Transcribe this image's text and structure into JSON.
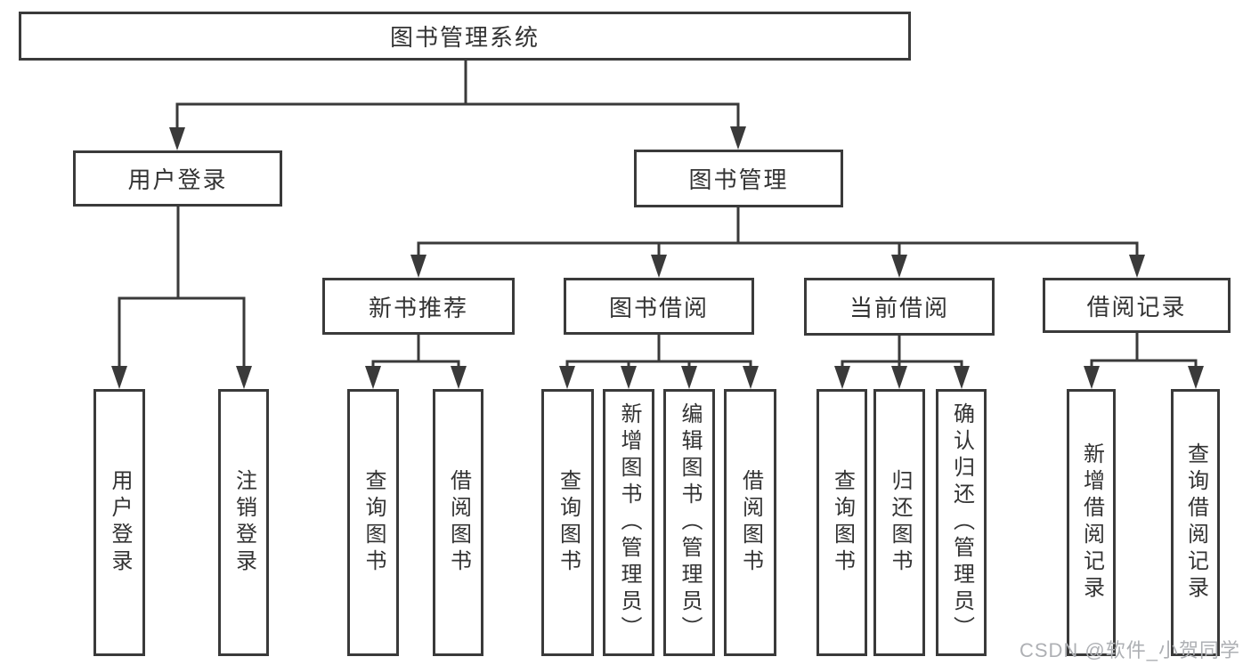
{
  "diagram": {
    "type": "tree",
    "background": "#ffffff",
    "line_color": "#3a3a3a",
    "text_color": "#333333",
    "nodes": [
      {
        "id": "root",
        "label": "图书管理系统",
        "level": 1
      },
      {
        "id": "user-login",
        "label": "用户登录",
        "level": 2,
        "parent": "root"
      },
      {
        "id": "book-mgmt",
        "label": "图书管理",
        "level": 2,
        "parent": "root"
      },
      {
        "id": "new-book-rec",
        "label": "新书推荐",
        "level": 3,
        "parent": "book-mgmt"
      },
      {
        "id": "book-borrow",
        "label": "图书借阅",
        "level": 3,
        "parent": "book-mgmt"
      },
      {
        "id": "current-borrow",
        "label": "当前借阅",
        "level": 3,
        "parent": "book-mgmt"
      },
      {
        "id": "borrow-records",
        "label": "借阅记录",
        "level": 3,
        "parent": "book-mgmt"
      },
      {
        "id": "leaf-user-login",
        "label": "用户登录",
        "level": 4,
        "parent": "user-login"
      },
      {
        "id": "leaf-logout",
        "label": "注销登录",
        "level": 4,
        "parent": "user-login"
      },
      {
        "id": "leaf-query-book-1",
        "label": "查询图书",
        "level": 4,
        "parent": "new-book-rec"
      },
      {
        "id": "leaf-borrow-book-1",
        "label": "借阅图书",
        "level": 4,
        "parent": "new-book-rec"
      },
      {
        "id": "leaf-query-book-2",
        "label": "查询图书",
        "level": 4,
        "parent": "book-borrow"
      },
      {
        "id": "leaf-add-book",
        "label": "新增图书（管理员）",
        "level": 4,
        "parent": "book-borrow"
      },
      {
        "id": "leaf-edit-book",
        "label": "编辑图书（管理员）",
        "level": 4,
        "parent": "book-borrow"
      },
      {
        "id": "leaf-borrow-book-2",
        "label": "借阅图书",
        "level": 4,
        "parent": "book-borrow"
      },
      {
        "id": "leaf-query-book-3",
        "label": "查询图书",
        "level": 4,
        "parent": "current-borrow"
      },
      {
        "id": "leaf-return-book",
        "label": "归还图书",
        "level": 4,
        "parent": "current-borrow"
      },
      {
        "id": "leaf-confirm-return",
        "label": "确认归还（管理员）",
        "level": 4,
        "parent": "current-borrow"
      },
      {
        "id": "leaf-add-borrow-record",
        "label": "新增借阅记录",
        "level": 4,
        "parent": "borrow-records"
      },
      {
        "id": "leaf-query-borrow-record",
        "label": "查询借阅记录",
        "level": 4,
        "parent": "borrow-records"
      }
    ],
    "edges": [
      {
        "from": "root",
        "to": [
          "user-login",
          "book-mgmt"
        ]
      },
      {
        "from": "user-login",
        "to": [
          "leaf-user-login",
          "leaf-logout"
        ]
      },
      {
        "from": "book-mgmt",
        "to": [
          "new-book-rec",
          "book-borrow",
          "current-borrow",
          "borrow-records"
        ]
      },
      {
        "from": "new-book-rec",
        "to": [
          "leaf-query-book-1",
          "leaf-borrow-book-1"
        ]
      },
      {
        "from": "book-borrow",
        "to": [
          "leaf-query-book-2",
          "leaf-add-book",
          "leaf-edit-book",
          "leaf-borrow-book-2"
        ]
      },
      {
        "from": "current-borrow",
        "to": [
          "leaf-query-book-3",
          "leaf-return-book",
          "leaf-confirm-return"
        ]
      },
      {
        "from": "borrow-records",
        "to": [
          "leaf-add-borrow-record",
          "leaf-query-borrow-record"
        ]
      }
    ]
  },
  "watermark": {
    "text": "CSDN @软件_小贺同学",
    "color": "#aeb0b4"
  }
}
